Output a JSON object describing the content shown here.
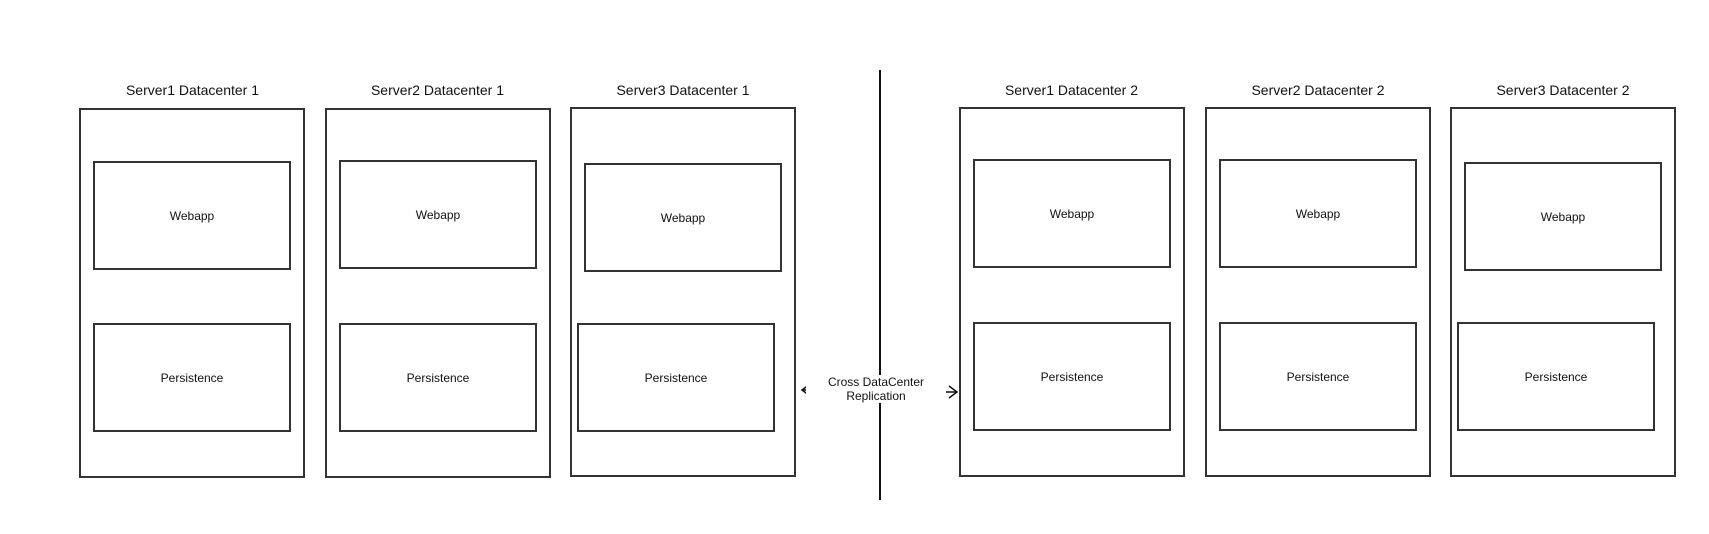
{
  "servers": [
    {
      "title": "Server1 Datacenter 1",
      "webapp_label": "Webapp",
      "persistence_label": "Persistence"
    },
    {
      "title": "Server2 Datacenter 1",
      "webapp_label": "Webapp",
      "persistence_label": "Persistence"
    },
    {
      "title": "Server3 Datacenter 1",
      "webapp_label": "Webapp",
      "persistence_label": "Persistence"
    },
    {
      "title": "Server1 Datacenter 2",
      "webapp_label": "Webapp",
      "persistence_label": "Persistence"
    },
    {
      "title": "Server2 Datacenter 2",
      "webapp_label": "Webapp",
      "persistence_label": "Persistence"
    },
    {
      "title": "Server3 Datacenter 2",
      "webapp_label": "Webapp",
      "persistence_label": "Persistence"
    }
  ],
  "replication": {
    "line1": "Cross DataCenter",
    "line2": "Replication"
  },
  "colors": {
    "stroke": "#333333",
    "background": "#ffffff",
    "text": "#111111"
  }
}
